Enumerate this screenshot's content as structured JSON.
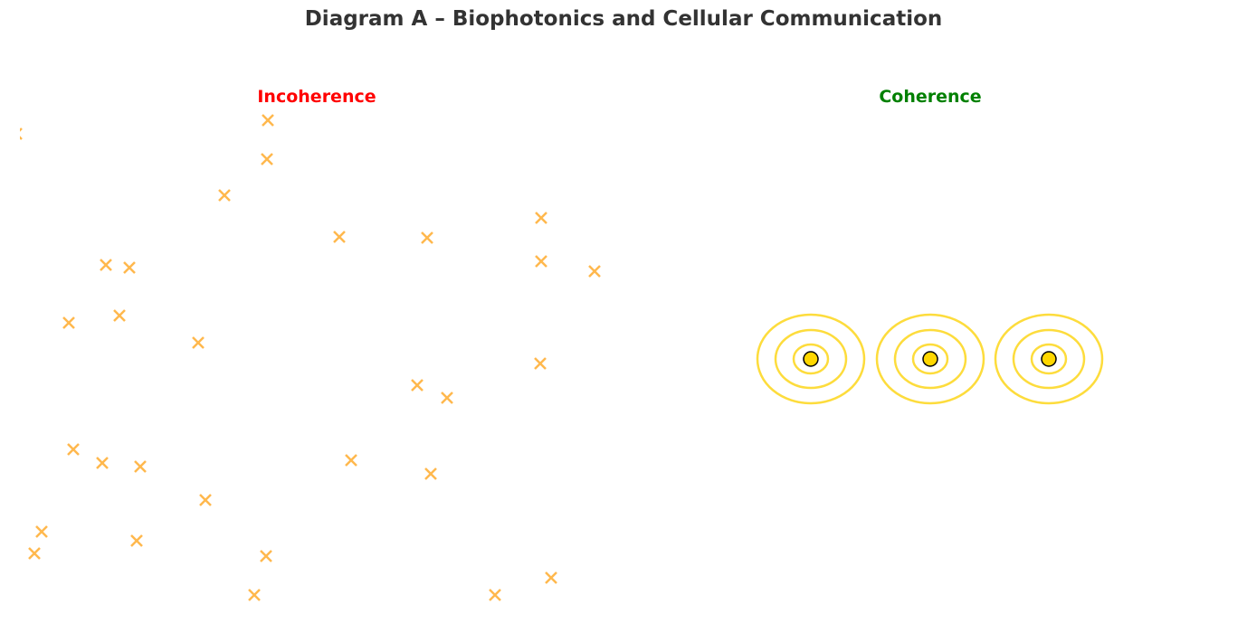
{
  "title": "Diagram A – Biophotonics and Cellular Communication",
  "panels": {
    "incoherence": {
      "label": "Incoherence",
      "color": "#ff0000",
      "marker_color": "#ffb84d",
      "marker": "x-icon"
    },
    "coherence": {
      "label": "Coherence",
      "color": "#008000",
      "ring_color": "#fddc3c",
      "core_color": "#ffd700",
      "emitter_count": 3,
      "rings_per_emitter": 3
    }
  }
}
